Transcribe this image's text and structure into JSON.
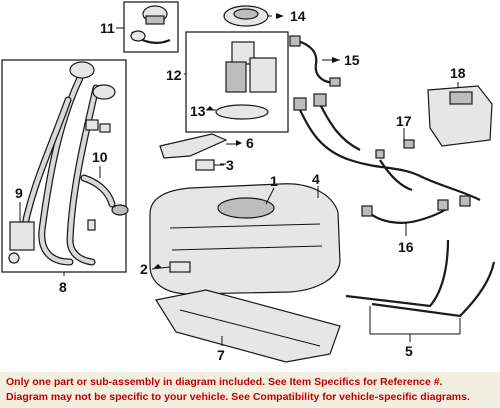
{
  "diagram": {
    "callouts": [
      "1",
      "2",
      "3",
      "4",
      "5",
      "6",
      "7",
      "8",
      "9",
      "10",
      "11",
      "12",
      "13",
      "14",
      "15",
      "16",
      "17",
      "18"
    ]
  },
  "notice": {
    "line1": "Only one part or sub-assembly in diagram included. See Item Specifics for Reference #.",
    "line2": "Diagram may not be specific to your vehicle. See Compatibility for vehicle-specific diagrams."
  },
  "colors": {
    "notice_text": "#c00000",
    "notice_background": "#f3efe0",
    "line_art": "#1a1a1a"
  }
}
